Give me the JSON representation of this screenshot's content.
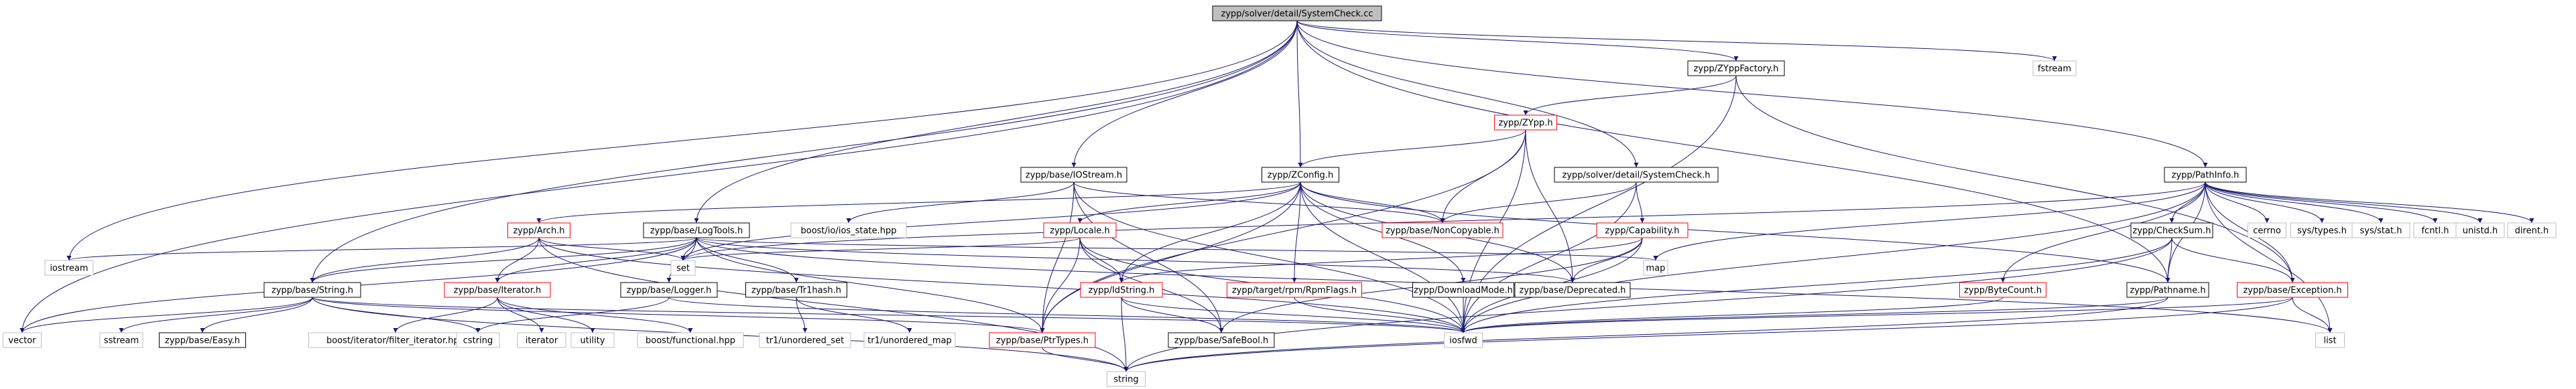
{
  "graph": {
    "nodes": [
      {
        "id": "n_systemcheck_cc",
        "label": "zypp/solver/detail/SystemCheck.cc",
        "style": "root"
      },
      {
        "id": "n_zyppfactory",
        "label": "zypp/ZYppFactory.h",
        "style": "normal"
      },
      {
        "id": "n_fstream",
        "label": "fstream",
        "style": "plain"
      },
      {
        "id": "n_zypp",
        "label": "zypp/ZYpp.h",
        "style": "red"
      },
      {
        "id": "n_iostream_h",
        "label": "zypp/base/IOStream.h",
        "style": "normal"
      },
      {
        "id": "n_zconfig",
        "label": "zypp/ZConfig.h",
        "style": "normal"
      },
      {
        "id": "n_systemcheck_h",
        "label": "zypp/solver/detail/SystemCheck.h",
        "style": "normal"
      },
      {
        "id": "n_pathinfo",
        "label": "zypp/PathInfo.h",
        "style": "normal"
      },
      {
        "id": "n_arch",
        "label": "zypp/Arch.h",
        "style": "red"
      },
      {
        "id": "n_logtools",
        "label": "zypp/base/LogTools.h",
        "style": "normal"
      },
      {
        "id": "n_iosstate",
        "label": "boost/io/ios_state.hpp",
        "style": "plain"
      },
      {
        "id": "n_noncopyable",
        "label": "zypp/base/NonCopyable.h",
        "style": "red"
      },
      {
        "id": "n_locale",
        "label": "zypp/Locale.h",
        "style": "red"
      },
      {
        "id": "n_capability",
        "label": "zypp/Capability.h",
        "style": "red"
      },
      {
        "id": "n_checksum",
        "label": "zypp/CheckSum.h",
        "style": "normal"
      },
      {
        "id": "n_cerrno",
        "label": "cerrno",
        "style": "plain"
      },
      {
        "id": "n_systypes",
        "label": "sys/types.h",
        "style": "plain"
      },
      {
        "id": "n_sysstat",
        "label": "sys/stat.h",
        "style": "plain"
      },
      {
        "id": "n_fcntl",
        "label": "fcntl.h",
        "style": "plain"
      },
      {
        "id": "n_unistd",
        "label": "unistd.h",
        "style": "plain"
      },
      {
        "id": "n_dirent",
        "label": "dirent.h",
        "style": "plain"
      },
      {
        "id": "n_iostream",
        "label": "iostream",
        "style": "plain"
      },
      {
        "id": "n_string_h",
        "label": "zypp/base/String.h",
        "style": "normal"
      },
      {
        "id": "n_iterator_h",
        "label": "zypp/base/Iterator.h",
        "style": "red"
      },
      {
        "id": "n_set",
        "label": "set",
        "style": "plain"
      },
      {
        "id": "n_logger",
        "label": "zypp/base/Logger.h",
        "style": "normal"
      },
      {
        "id": "n_tr1hash",
        "label": "zypp/base/Tr1hash.h",
        "style": "normal"
      },
      {
        "id": "n_map",
        "label": "map",
        "style": "plain"
      },
      {
        "id": "n_deprecated",
        "label": "zypp/base/Deprecated.h",
        "style": "normal"
      },
      {
        "id": "n_idstring",
        "label": "zypp/IdString.h",
        "style": "red"
      },
      {
        "id": "n_rpmflags",
        "label": "zypp/target/rpm/RpmFlags.h",
        "style": "red"
      },
      {
        "id": "n_downloadmode",
        "label": "zypp/DownloadMode.h",
        "style": "normal"
      },
      {
        "id": "n_bytecount",
        "label": "zypp/ByteCount.h",
        "style": "red"
      },
      {
        "id": "n_pathname",
        "label": "zypp/Pathname.h",
        "style": "normal"
      },
      {
        "id": "n_exception",
        "label": "zypp/base/Exception.h",
        "style": "red"
      },
      {
        "id": "n_vector",
        "label": "vector",
        "style": "plain"
      },
      {
        "id": "n_sstream",
        "label": "sstream",
        "style": "plain"
      },
      {
        "id": "n_easy",
        "label": "zypp/base/Easy.h",
        "style": "normal"
      },
      {
        "id": "n_filter_iter",
        "label": "boost/iterator/filter_iterator.hpp",
        "style": "plain"
      },
      {
        "id": "n_cstring",
        "label": "cstring",
        "style": "plain"
      },
      {
        "id": "n_iterator",
        "label": "iterator",
        "style": "plain"
      },
      {
        "id": "n_utility",
        "label": "utility",
        "style": "plain"
      },
      {
        "id": "n_functional",
        "label": "boost/functional.hpp",
        "style": "plain"
      },
      {
        "id": "n_unordered_set",
        "label": "tr1/unordered_set",
        "style": "plain"
      },
      {
        "id": "n_unordered_map",
        "label": "tr1/unordered_map",
        "style": "plain"
      },
      {
        "id": "n_ptrtypes",
        "label": "zypp/base/PtrTypes.h",
        "style": "red"
      },
      {
        "id": "n_safebool",
        "label": "zypp/base/SafeBool.h",
        "style": "normal"
      },
      {
        "id": "n_iosfwd",
        "label": "iosfwd",
        "style": "plain"
      },
      {
        "id": "n_list",
        "label": "list",
        "style": "plain"
      },
      {
        "id": "n_string",
        "label": "string",
        "style": "plain"
      }
    ],
    "edges": [
      [
        "n_systemcheck_cc",
        "n_zyppfactory"
      ],
      [
        "n_systemcheck_cc",
        "n_fstream"
      ],
      [
        "n_systemcheck_cc",
        "n_iostream_h"
      ],
      [
        "n_systemcheck_cc",
        "n_zconfig"
      ],
      [
        "n_systemcheck_cc",
        "n_systemcheck_h"
      ],
      [
        "n_systemcheck_cc",
        "n_pathinfo"
      ],
      [
        "n_systemcheck_cc",
        "n_logtools"
      ],
      [
        "n_systemcheck_cc",
        "n_string_h"
      ],
      [
        "n_systemcheck_cc",
        "n_iostream"
      ],
      [
        "n_systemcheck_cc",
        "n_vector"
      ],
      [
        "n_systemcheck_cc",
        "n_pathname"
      ],
      [
        "n_zyppfactory",
        "n_zypp"
      ],
      [
        "n_zyppfactory",
        "n_iosfwd"
      ],
      [
        "n_zyppfactory",
        "n_exception"
      ],
      [
        "n_zypp",
        "n_zconfig"
      ],
      [
        "n_zypp",
        "n_noncopyable"
      ],
      [
        "n_zypp",
        "n_deprecated"
      ],
      [
        "n_zypp",
        "n_ptrtypes"
      ],
      [
        "n_zypp",
        "n_iosfwd"
      ],
      [
        "n_iostream_h",
        "n_iosstate"
      ],
      [
        "n_iostream_h",
        "n_noncopyable"
      ],
      [
        "n_iostream_h",
        "n_ptrtypes"
      ],
      [
        "n_iostream_h",
        "n_safebool"
      ],
      [
        "n_iostream_h",
        "n_iosfwd"
      ],
      [
        "n_zconfig",
        "n_noncopyable"
      ],
      [
        "n_zconfig",
        "n_arch"
      ],
      [
        "n_zconfig",
        "n_locale"
      ],
      [
        "n_zconfig",
        "n_pathname"
      ],
      [
        "n_zconfig",
        "n_ptrtypes"
      ],
      [
        "n_zconfig",
        "n_rpmflags"
      ],
      [
        "n_zconfig",
        "n_idstring"
      ],
      [
        "n_zconfig",
        "n_downloadmode"
      ],
      [
        "n_zconfig",
        "n_deprecated"
      ],
      [
        "n_zconfig",
        "n_set"
      ],
      [
        "n_zconfig",
        "n_iosfwd"
      ],
      [
        "n_systemcheck_h",
        "n_capability"
      ],
      [
        "n_systemcheck_h",
        "n_noncopyable"
      ],
      [
        "n_systemcheck_h",
        "n_iosfwd"
      ],
      [
        "n_pathinfo",
        "n_checksum"
      ],
      [
        "n_pathinfo",
        "n_bytecount"
      ],
      [
        "n_pathinfo",
        "n_pathname"
      ],
      [
        "n_pathinfo",
        "n_exception"
      ],
      [
        "n_pathinfo",
        "n_cerrno"
      ],
      [
        "n_pathinfo",
        "n_systypes"
      ],
      [
        "n_pathinfo",
        "n_sysstat"
      ],
      [
        "n_pathinfo",
        "n_fcntl"
      ],
      [
        "n_pathinfo",
        "n_unistd"
      ],
      [
        "n_pathinfo",
        "n_dirent"
      ],
      [
        "n_pathinfo",
        "n_map"
      ],
      [
        "n_pathinfo",
        "n_set"
      ],
      [
        "n_pathinfo",
        "n_iosfwd"
      ],
      [
        "n_pathinfo",
        "n_list"
      ],
      [
        "n_arch",
        "n_string_h"
      ],
      [
        "n_arch",
        "n_iterator_h"
      ],
      [
        "n_arch",
        "n_set"
      ],
      [
        "n_arch",
        "n_string"
      ],
      [
        "n_arch",
        "n_iosfwd"
      ],
      [
        "n_logtools",
        "n_iostream"
      ],
      [
        "n_logtools",
        "n_string_h"
      ],
      [
        "n_logtools",
        "n_iterator_h"
      ],
      [
        "n_logtools",
        "n_logger"
      ],
      [
        "n_logtools",
        "n_tr1hash"
      ],
      [
        "n_logtools",
        "n_set"
      ],
      [
        "n_logtools",
        "n_map"
      ],
      [
        "n_logtools",
        "n_vector"
      ],
      [
        "n_logtools",
        "n_list"
      ],
      [
        "n_logtools",
        "n_deprecated"
      ],
      [
        "n_logtools",
        "n_ptrtypes"
      ],
      [
        "n_locale",
        "n_idstring"
      ],
      [
        "n_locale",
        "n_ptrtypes"
      ],
      [
        "n_locale",
        "n_set"
      ],
      [
        "n_locale",
        "n_iosfwd"
      ],
      [
        "n_locale",
        "n_safebool"
      ],
      [
        "n_capability",
        "n_idstring"
      ],
      [
        "n_capability",
        "n_deprecated"
      ],
      [
        "n_capability",
        "n_iosfwd"
      ],
      [
        "n_capability",
        "n_safebool"
      ],
      [
        "n_checksum",
        "n_pathname"
      ],
      [
        "n_checksum",
        "n_exception"
      ],
      [
        "n_checksum",
        "n_iosfwd"
      ],
      [
        "n_checksum",
        "n_string"
      ],
      [
        "n_string_h",
        "n_vector"
      ],
      [
        "n_string_h",
        "n_sstream"
      ],
      [
        "n_string_h",
        "n_easy"
      ],
      [
        "n_string_h",
        "n_cstring"
      ],
      [
        "n_string_h",
        "n_string"
      ],
      [
        "n_string_h",
        "n_iosfwd"
      ],
      [
        "n_string_h",
        "n_ptrtypes"
      ],
      [
        "n_iterator_h",
        "n_filter_iter"
      ],
      [
        "n_iterator_h",
        "n_iterator"
      ],
      [
        "n_iterator_h",
        "n_utility"
      ],
      [
        "n_iterator_h",
        "n_functional"
      ],
      [
        "n_logger",
        "n_cstring"
      ],
      [
        "n_logger",
        "n_iosfwd"
      ],
      [
        "n_tr1hash",
        "n_unordered_set"
      ],
      [
        "n_tr1hash",
        "n_unordered_map"
      ],
      [
        "n_idstring",
        "n_safebool"
      ],
      [
        "n_idstring",
        "n_string"
      ],
      [
        "n_idstring",
        "n_iosfwd"
      ],
      [
        "n_rpmflags",
        "n_iosfwd"
      ],
      [
        "n_downloadmode",
        "n_iosfwd"
      ],
      [
        "n_bytecount",
        "n_iosfwd"
      ],
      [
        "n_pathname",
        "n_string"
      ],
      [
        "n_pathname",
        "n_iosfwd"
      ],
      [
        "n_exception",
        "n_iosfwd"
      ],
      [
        "n_exception",
        "n_list"
      ],
      [
        "n_exception",
        "n_string"
      ],
      [
        "n_ptrtypes",
        "n_string"
      ]
    ]
  },
  "colors": {
    "edge": "#191970",
    "node_border": "#000000",
    "node_red_border": "#ff0000",
    "node_fill": "#ffffff",
    "root_fill": "#bfbfbf",
    "plain_border": "#bfbfbf",
    "text": "#000000"
  }
}
